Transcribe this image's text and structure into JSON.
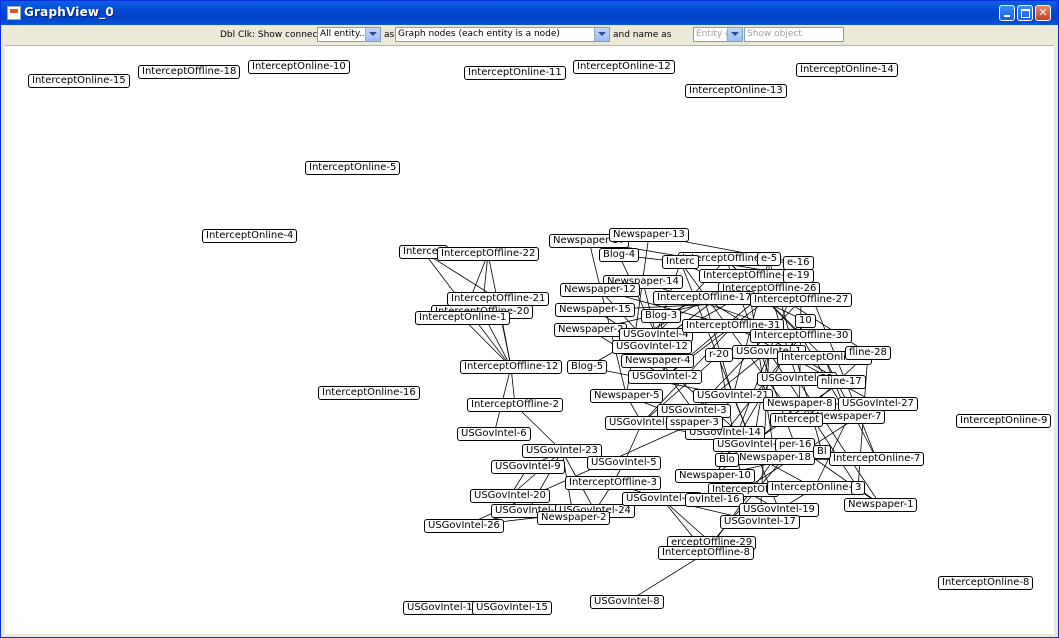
{
  "window": {
    "title": "GraphView_0"
  },
  "toolbar": {
    "dblclick_label": "Dbl Clk: Show connected",
    "entity_filter": "All entity...",
    "as_label": "as",
    "node_mode": "Graph nodes (each entity is a node)",
    "name_label": "and name as",
    "name_mode": "Entity group",
    "show_object_placeholder": "Show object"
  },
  "graph": {
    "nodes": [
      "InterceptOnline-15",
      "InterceptOffline-18",
      "InterceptOnline-10",
      "InterceptOnline-11",
      "InterceptOnline-12",
      "InterceptOnline-14",
      "InterceptOnline-13",
      "InterceptOnline-5",
      "InterceptOnline-4",
      "InterceptOnline-16",
      "InterceptOnline-9",
      "InterceptOnline-8",
      "Intercep",
      "InterceptOffline-22",
      "InterceptOffline-21",
      "InterceptOffline-20",
      "InterceptOnline-1",
      "InterceptOffline-12",
      "InterceptOffline-2",
      "Newspaper-17",
      "Newspaper-13",
      "Blog-4",
      "Newspaper-14",
      "Newspaper-12",
      "Newspaper-15",
      "Blog-3",
      "Newspaper-2",
      "Blog-5",
      "Newspaper-4",
      "Newspaper-5",
      "USGovIntel-4",
      "USGovIntel-12",
      "USGovIntel-2",
      "USGovIntel-21",
      "USGovIntel-3",
      "USGovIntel-7",
      "USGovIntel-14",
      "USGovIntel-18",
      "InterceptOffline-7",
      "InterceptOffline-9",
      "InterceptOffline-26",
      "InterceptOffline-17",
      "InterceptOffline-27",
      "InterceptOffline-31",
      "InterceptOffline-30",
      "Interc",
      "e-16",
      "e-19",
      "e-5",
      "10",
      "r-20",
      "sspaper-3",
      "USGovIntel-1",
      "per-16",
      "Newspaper-18",
      "InterceptOnline-2",
      "fline-28",
      "USGovIntel-22",
      "nline-17",
      "Newspaper-8",
      "USGovIntel-27",
      "Newspaper-7",
      "Intercept",
      "InterceptOnline-7",
      "Blo",
      "Bl",
      "Newspaper-10",
      "InterceptOffl",
      "InterceptOnline-6",
      "3",
      "Newspaper-1",
      "USGovIntel-6",
      "USGovIntel-23",
      "USGovIntel-5",
      "USGovIntel-9",
      "InterceptOffline-3",
      "USGovIntel-20",
      "USGovIntel-1",
      "USGovIntel-24",
      "Newspaper-2",
      "USGovIntel-25",
      "ovIntel-16",
      "USGovIntel-19",
      "USGovIntel-17",
      "USGovIntel-26",
      "erceptOffline-29",
      "InterceptOffline-8",
      "USGovIntel-8",
      "USGovIntel-11",
      "USGovIntel-15"
    ]
  }
}
